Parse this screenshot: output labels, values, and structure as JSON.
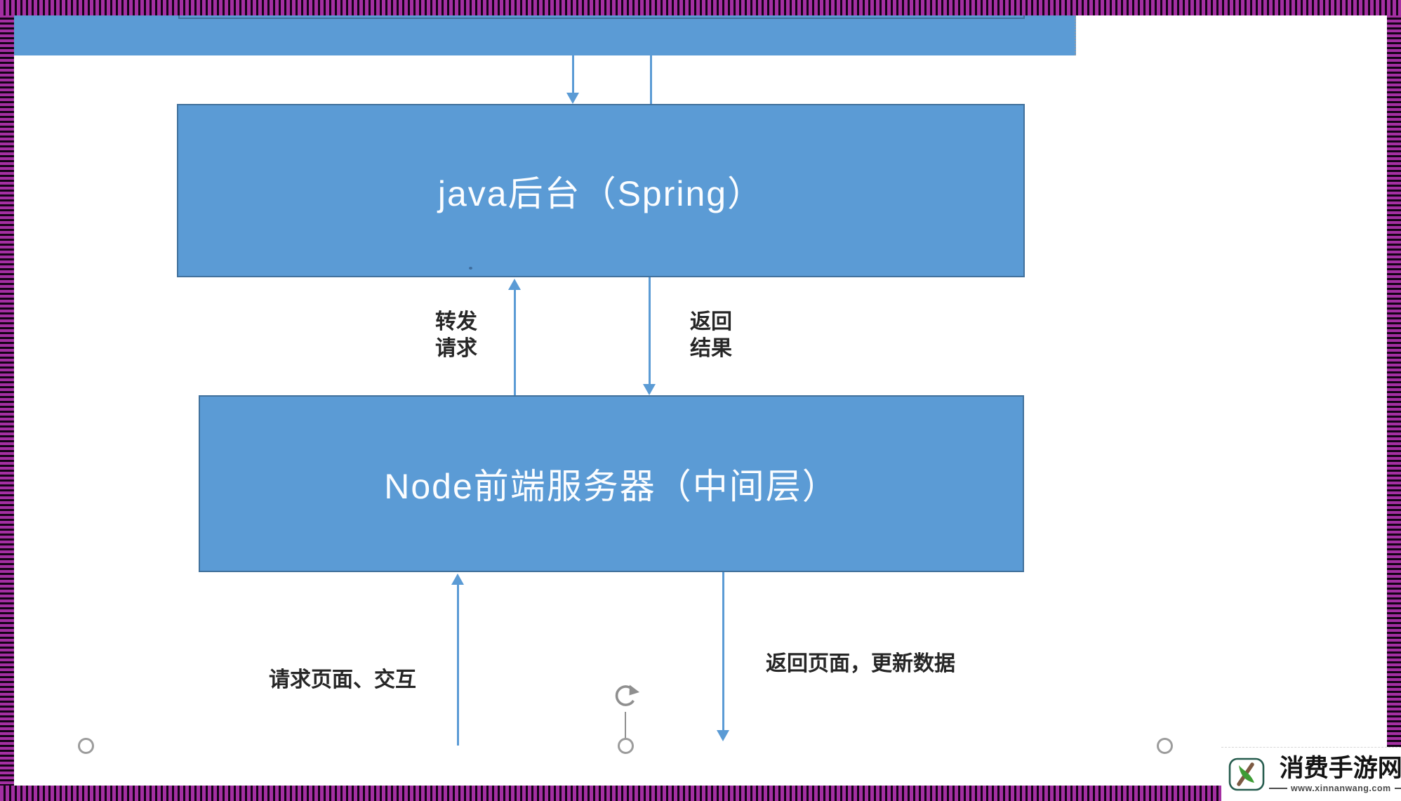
{
  "slide": {
    "description": "architecture-diagram",
    "boxes": {
      "java_backend": "java后台（Spring）",
      "node_server": "Node前端服务器（中间层）"
    },
    "edge_labels": {
      "forward_request_line1": "转发",
      "forward_request_line2": "请求",
      "return_result_line1": "返回",
      "return_result_line2": "结果",
      "request_page": "请求页面、交互",
      "return_page": "返回页面，更新数据"
    }
  },
  "colors": {
    "box_fill": "#5b9bd5",
    "box_border": "#41719c",
    "arrow": "#5b9bd5",
    "frame_purple": "#a42fa2",
    "frame_black": "#160318",
    "label_text": "#262626"
  },
  "watermark": {
    "site_name": "消费手游网",
    "site_url": "www.xinnanwang.com"
  }
}
